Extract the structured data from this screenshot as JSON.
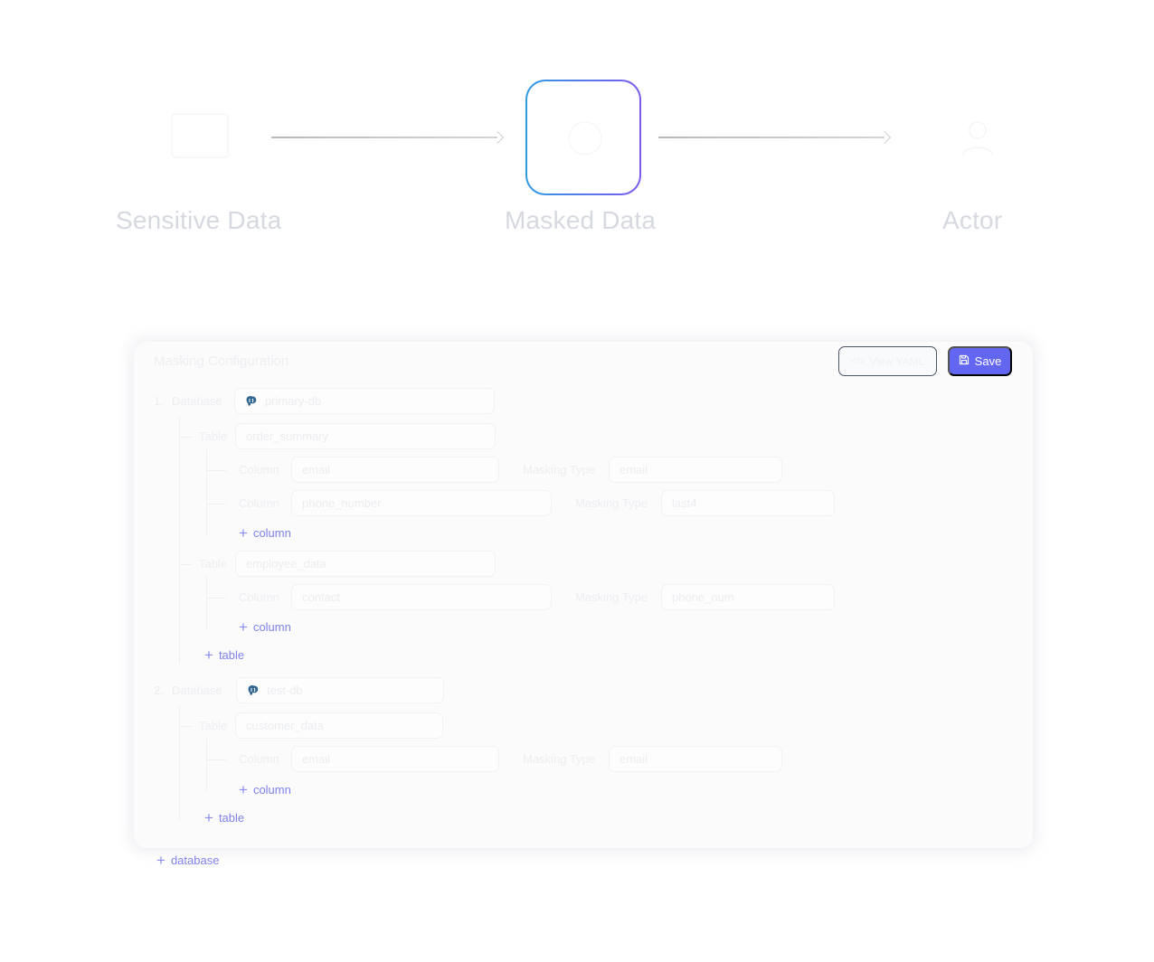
{
  "flow": {
    "nodes": [
      {
        "label": "Sensitive Data",
        "icon": "database-icon"
      },
      {
        "label": "Masked Data",
        "icon": "mask-icon"
      },
      {
        "label": "Actor",
        "icon": "user-icon"
      }
    ],
    "gradient": {
      "start": "#2f9be0",
      "end": "#7b5cf0"
    }
  },
  "config": {
    "title": "Masking Configuration",
    "view_yaml_label": "View YAML",
    "save_label": "Save",
    "accent_color": "#6366f1",
    "labels": {
      "database": "Database",
      "table": "Table",
      "column": "Column",
      "masking_type": "Masking Type"
    },
    "databases": [
      {
        "index": "1.",
        "name": "primary-db",
        "icon": "postgresql-icon",
        "tables": [
          {
            "name": "order_summary",
            "columns": [
              {
                "name": "email",
                "masking_type": "email"
              },
              {
                "name": "phone_number",
                "masking_type": "last4"
              }
            ]
          },
          {
            "name": "employee_data",
            "columns": [
              {
                "name": "contact",
                "masking_type": "phone_num"
              }
            ]
          }
        ]
      },
      {
        "index": "2.",
        "name": "test-db",
        "icon": "postgresql-icon",
        "tables": [
          {
            "name": "customer_data",
            "columns": [
              {
                "name": "email",
                "masking_type": "email"
              }
            ]
          }
        ]
      }
    ],
    "add_column_label": "column",
    "add_table_label": "table",
    "add_database_label": "database"
  }
}
